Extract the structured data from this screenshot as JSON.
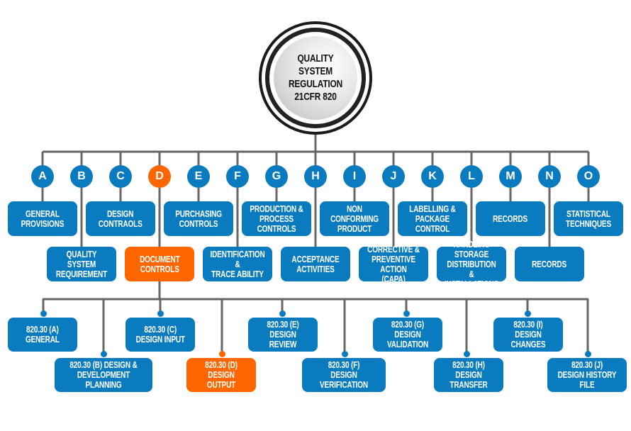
{
  "hub": {
    "title": "QUALITY SYSTEM\nREGULATION\n21CFR 820"
  },
  "colors": {
    "primary": "#0b7bbf",
    "highlight": "#ff6600",
    "line": "#666666"
  },
  "subparts": [
    {
      "letter": "A",
      "label": "GENERAL\nPROVISIONS"
    },
    {
      "letter": "B",
      "label": "QUALITY SYSTEM\nREQUIREMENT"
    },
    {
      "letter": "C",
      "label": "DESIGN\nCONTRAOLS"
    },
    {
      "letter": "D",
      "label": "DOCUMENT\nCONTROLS",
      "highlighted": true
    },
    {
      "letter": "E",
      "label": "PURCHASING\nCONTROLS"
    },
    {
      "letter": "F",
      "label": "IDENTIFICATION &\nTRACE ABILITY"
    },
    {
      "letter": "G",
      "label": "PRODUCTION &\nPROCESS CONTROLS"
    },
    {
      "letter": "H",
      "label": "ACCEPTANCE\nACTIVITIES"
    },
    {
      "letter": "I",
      "label": "NON CONFORMING\nPRODUCT"
    },
    {
      "letter": "J",
      "label": "CORRECTIVE &\nPREVENTIVE ACTION\n(CAPA)"
    },
    {
      "letter": "K",
      "label": "LABELLING &\nPACKAGE CONTROL"
    },
    {
      "letter": "L",
      "label": "HANDLING STORAGE\nDISTRIBUTION &\nINSTALLATIONS"
    },
    {
      "letter": "M",
      "label": "RECORDS"
    },
    {
      "letter": "N",
      "label": "RECORDS"
    },
    {
      "letter": "O",
      "label": "STATISTICAL\nTECHNIQUES"
    }
  ],
  "design_controls": [
    {
      "label": "820.30 (A)\nGENERAL"
    },
    {
      "label": "820.30 (B) DESIGN &\nDEVELOPMENT PLANNING"
    },
    {
      "label": "820.30 (C)\nDESIGN INPUT"
    },
    {
      "label": "820.30 (D)\nDESIGN OUTPUT",
      "highlighted": true
    },
    {
      "label": "820.30 (E)\nDESIGN REVIEW"
    },
    {
      "label": "820.30 (F)\nDESIGN VERIFICATION"
    },
    {
      "label": "820.30 (G)\nDESIGN VALIDATION"
    },
    {
      "label": "820.30 (H)\nDESIGN TRANSFER"
    },
    {
      "label": "820.30 (I)\nDESIGN CHANGES"
    },
    {
      "label": "820.30 (J)\nDESIGN HISTORY FILE"
    }
  ]
}
